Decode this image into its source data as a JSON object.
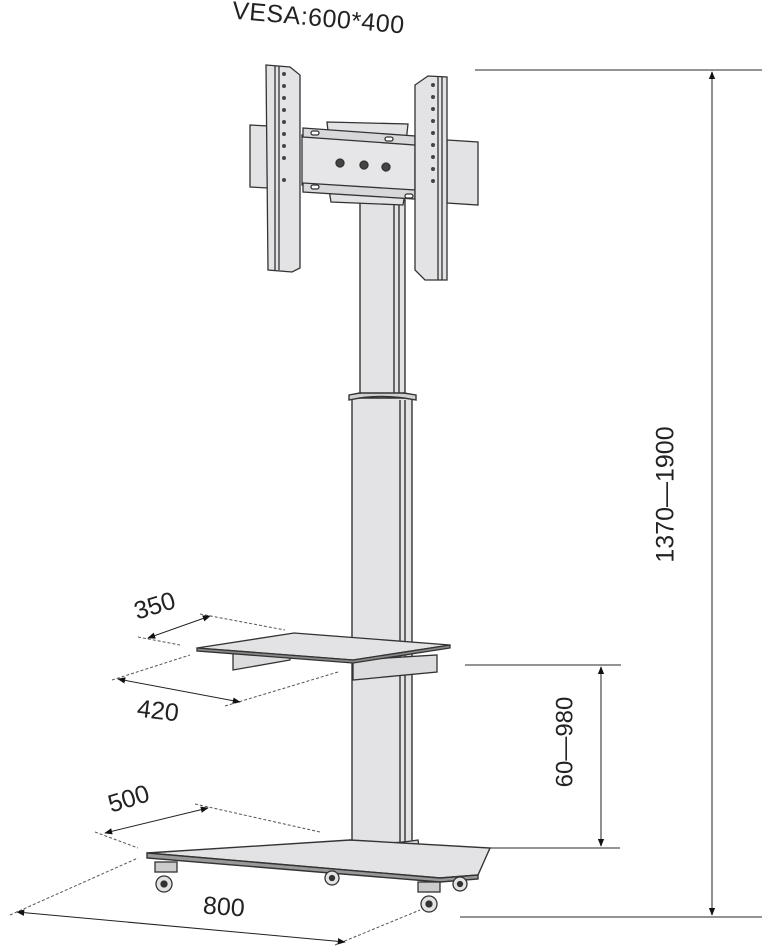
{
  "diagram": {
    "title": "Mobile TV stand dimension drawing",
    "labels": {
      "vesa": "VESA:600*400",
      "total_height": "1370—1900",
      "shelf_height": "60—980",
      "shelf_depth": "350",
      "shelf_width": "420",
      "base_depth": "500",
      "base_width": "800"
    },
    "units": "mm",
    "colors": {
      "line": "#333333",
      "metal_fill": "#e3e3e5",
      "dimension_line": "#555555",
      "background": "#ffffff"
    },
    "components": [
      "vesa-mount-bracket",
      "telescopic-column",
      "av-shelf",
      "base-plate",
      "casters"
    ]
  }
}
